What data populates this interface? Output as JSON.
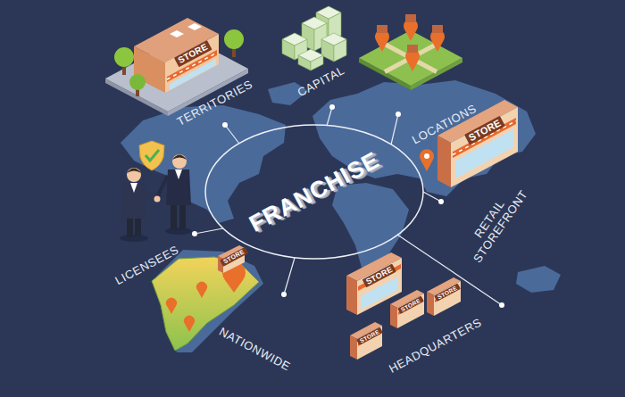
{
  "diagram": {
    "nodes": [
      {
        "text": [
          "FRANCHISE"
        ]
      }
    ],
    "labels": [
      "STORE",
      "TERRITORIES",
      "CAPITAL",
      "LOCATIONS",
      "STORE",
      "RETAIL STOREFRONT",
      "LICENSEES",
      "STORE",
      "NATIONWIDE",
      "STORE",
      "STORE",
      "STORE",
      "STORE",
      "HEADQUARTERS"
    ]
  }
}
